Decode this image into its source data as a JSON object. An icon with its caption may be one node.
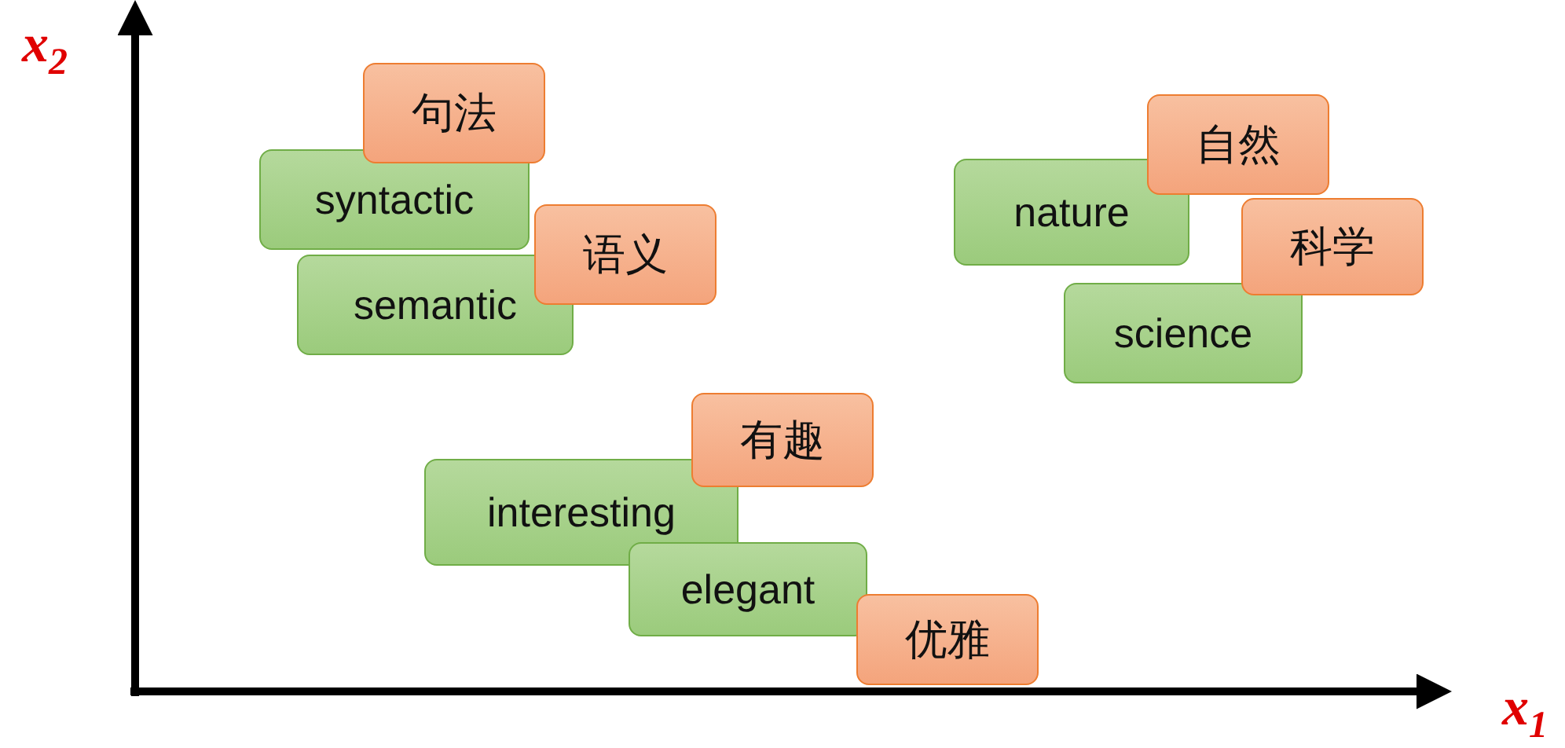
{
  "diagram": {
    "nodes": [
      {
        "text": [
          "句法"
        ]
      },
      {
        "text": [
          "syntactic"
        ]
      },
      {
        "text": [
          "semantic"
        ]
      },
      {
        "text": [
          "语义"
        ]
      },
      {
        "text": [
          "自然"
        ]
      },
      {
        "text": [
          "nature"
        ]
      },
      {
        "text": [
          "科学"
        ]
      },
      {
        "text": [
          "science"
        ]
      },
      {
        "text": [
          "有趣"
        ]
      },
      {
        "text": [
          "interesting"
        ]
      },
      {
        "text": [
          "elegant"
        ]
      },
      {
        "text": [
          "优雅"
        ]
      }
    ],
    "labels": [
      "x$_{2}$",
      "x$_{1}$"
    ]
  }
}
